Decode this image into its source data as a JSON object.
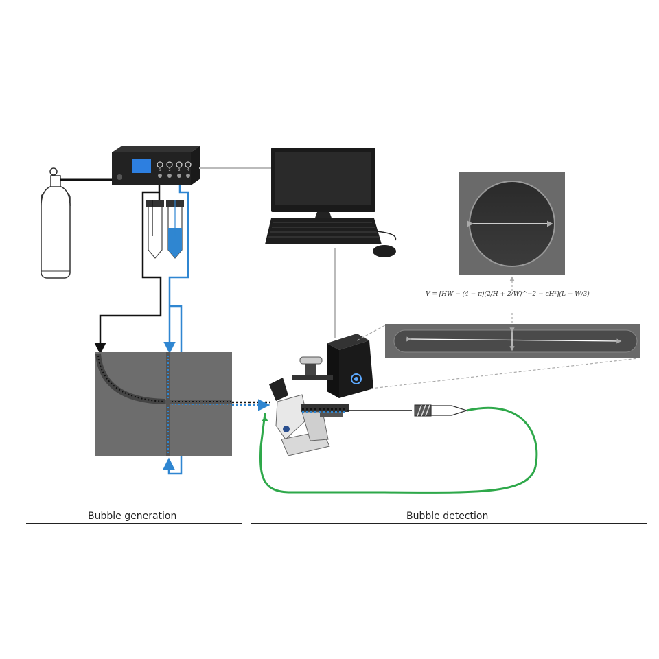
{
  "labels": {
    "bubble_generation": "Bubble generation",
    "bubble_detection": "Bubble detection"
  },
  "formula": {
    "text": "V = [HW − (4 − π)(2/H + 2/W)^−2 − cH²](L − W/3)"
  },
  "controller": {
    "channel_numbers": [
      "1",
      "2",
      "3",
      "4"
    ]
  },
  "colors": {
    "gas_line": "#111111",
    "liquid_line": "#2f86d1",
    "return_tube": "#2ea84a",
    "signal_line": "#bbbbbb",
    "chip": "#6d6d6d",
    "image_panel": "#6a6a6a"
  }
}
